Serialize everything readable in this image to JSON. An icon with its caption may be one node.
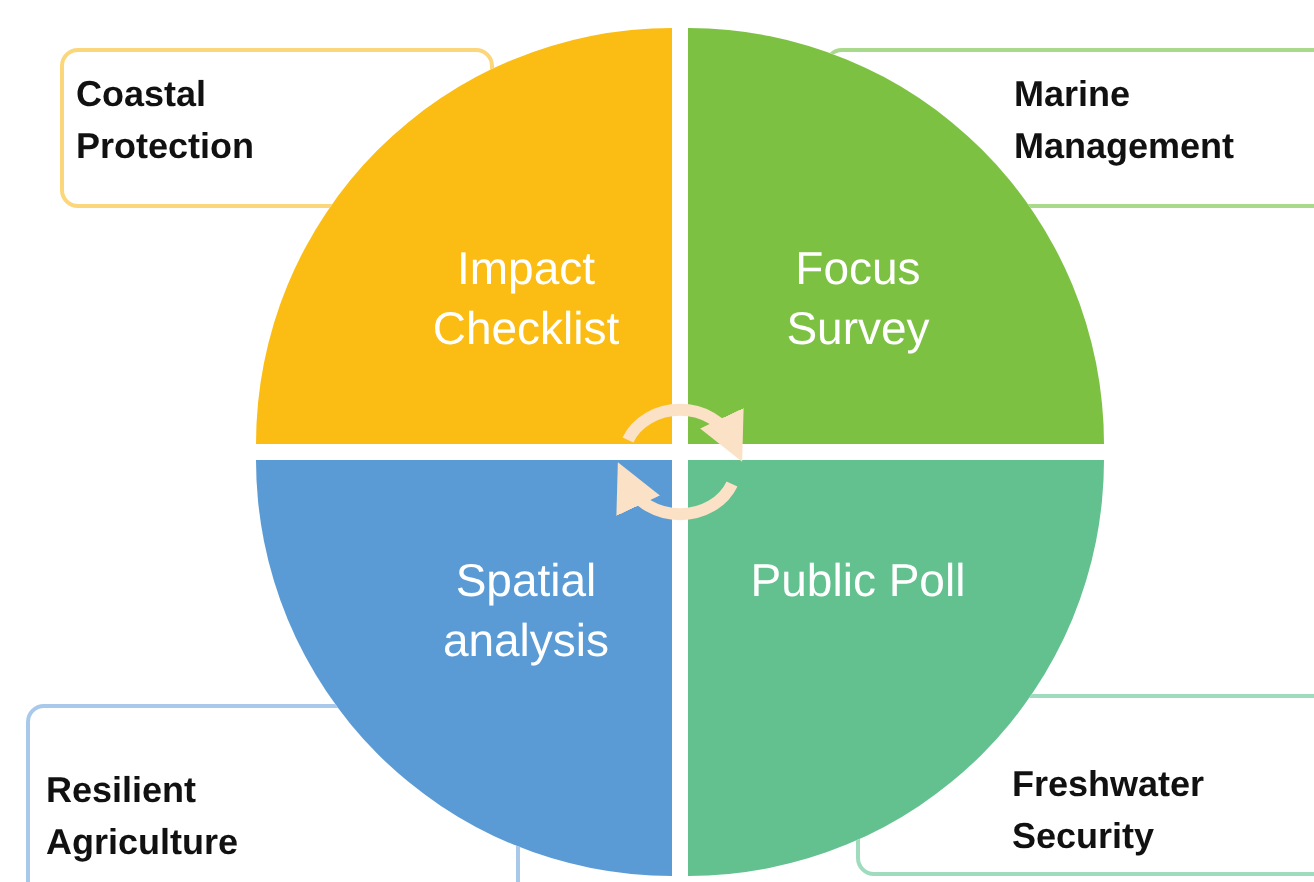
{
  "diagram": {
    "nodes": [
      {
        "text": [
          "Coastal Protection"
        ]
      },
      {
        "text": [
          "Marine Management"
        ]
      },
      {
        "text": [
          "Impact Checklist"
        ]
      },
      {
        "text": [
          "Focus Survey"
        ]
      },
      {
        "text": [
          "Spatial analysis"
        ]
      },
      {
        "text": [
          "Public Poll"
        ]
      },
      {
        "text": [
          "Resilient Agriculture"
        ]
      },
      {
        "text": [
          "Freshwater Security"
        ]
      }
    ],
    "edges": [
      {
        "from": 2,
        "to": 3,
        "arrow": "to"
      },
      {
        "from": 5,
        "to": 4,
        "arrow": "to"
      }
    ]
  }
}
